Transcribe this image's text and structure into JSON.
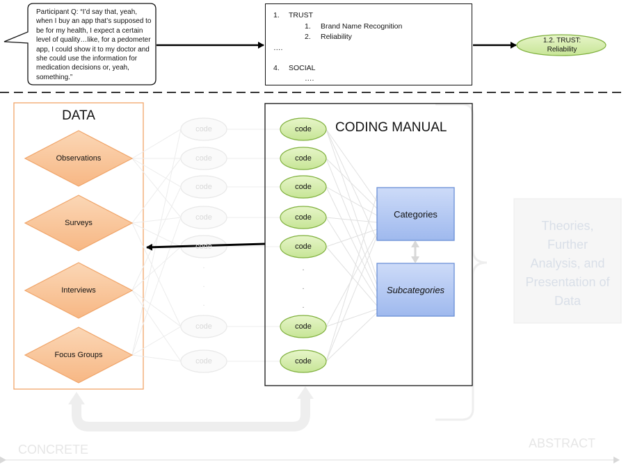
{
  "quote": {
    "text": "Participant Q: “I’d say that, yeah, when I buy an app that’s supposed to be for my health, I expect a certain level of quality…like, for a pedometer app, I could show it to my doctor and she could use the information for medication decisions or, yeah, something.”"
  },
  "trust_list": {
    "item1_num": "1.",
    "item1": "TRUST",
    "sub1_num": "1.",
    "sub1": "Brand Name Recognition",
    "sub2_num": "2.",
    "sub2": "Reliability",
    "ellipsis1": "….",
    "item4_num": "4.",
    "item4": "SOCIAL",
    "ellipsis2": "…."
  },
  "trust_oval": {
    "line1": "1.2. TRUST:",
    "line2": "Reliability"
  },
  "data_panel": {
    "title": "DATA",
    "items": [
      "Observations",
      "Surveys",
      "Interviews",
      "Focus Groups"
    ]
  },
  "coding_manual": {
    "title": "CODING MANUAL",
    "code_label": "code",
    "categories": "Categories",
    "subcategories": "Subcategories",
    "vdots": "."
  },
  "theory_box": {
    "lines": [
      "Theories,",
      "Further",
      "Analysis, and",
      "Presentation of",
      "Data"
    ]
  },
  "axis": {
    "left": "CONCRETE",
    "right": "ABSTRACT"
  },
  "colors": {
    "orange_fill": "#f9c9a0",
    "orange_border": "#f0a468",
    "green_fill": "#d5ecab",
    "green_border": "#7fb03d",
    "blue_fill": "#b4c9f2",
    "blue_border": "#6a8fd6",
    "faint": "#e6e6e6"
  }
}
